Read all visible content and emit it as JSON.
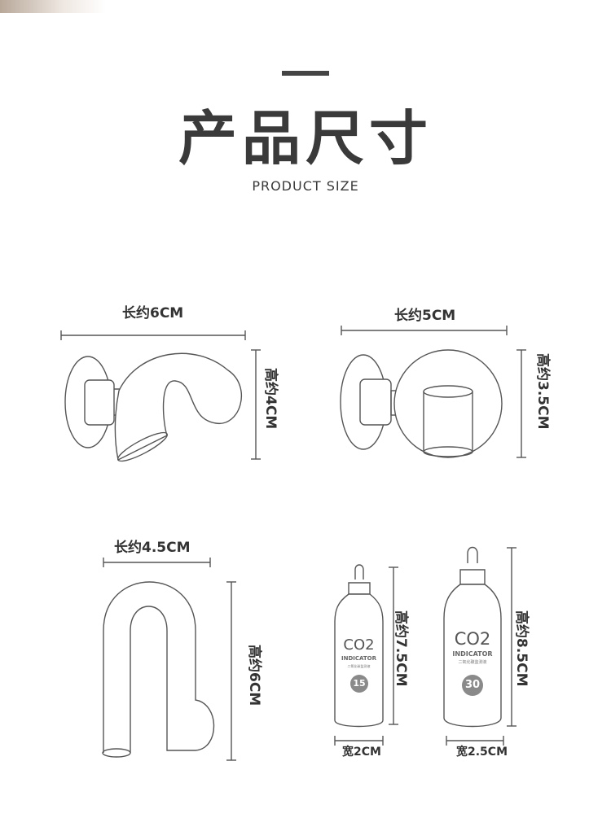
{
  "header": {
    "title": "产品尺寸",
    "subtitle": "PRODUCT SIZE"
  },
  "items": [
    {
      "name": "drop-checker-s-shape",
      "length": "长约6CM",
      "height": "高约4CM"
    },
    {
      "name": "drop-checker-round",
      "length": "长约5CM",
      "height": "高约3.5CM"
    },
    {
      "name": "drop-checker-u-tube",
      "length": "长约4.5CM",
      "height": "高约6CM"
    },
    {
      "name": "small-bottle",
      "height": "高约7.5CM",
      "width": "宽2CM",
      "label": "CO2",
      "sublabel": "INDICATOR",
      "cn_label": "二氧化碳监测液",
      "badge": "15"
    },
    {
      "name": "large-bottle",
      "height": "高约8.5CM",
      "width": "宽2.5CM",
      "label": "CO2",
      "sublabel": "INDICATOR",
      "cn_label": "二氧化碳监测液",
      "badge": "30"
    }
  ],
  "colors": {
    "text": "#3a3a3a",
    "line": "#555555",
    "badge": "#8a8a8a"
  }
}
